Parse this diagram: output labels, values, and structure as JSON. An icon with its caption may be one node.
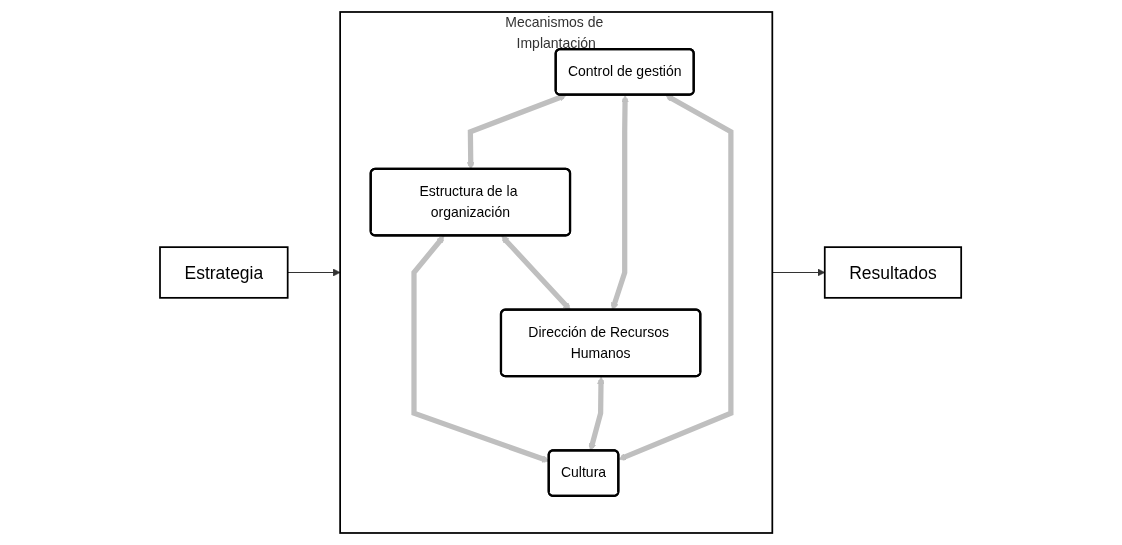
{
  "diagram": {
    "nodes": [
      {
        "text": [
          "Estrategia"
        ]
      },
      {
        "text": [
          "Mecanismos de Implantación"
        ]
      },
      {
        "text": [
          "Control de gestión"
        ],
        "in": 1
      },
      {
        "text": [
          "Estructura de la organización"
        ],
        "in": 1
      },
      {
        "text": [
          "Dirección de Recursos Humanos"
        ],
        "in": 1
      },
      {
        "text": [
          "Cultura"
        ],
        "in": 1
      },
      {
        "text": [
          "Resultados"
        ]
      }
    ],
    "edges": [
      {
        "from": 0,
        "to": 1,
        "arrow": "to",
        "color": "#333333"
      },
      {
        "from": 1,
        "to": 6,
        "arrow": "to",
        "color": "#333333"
      },
      {
        "from": 2,
        "to": 3,
        "arrow": "both"
      },
      {
        "from": 2,
        "to": 4,
        "arrow": "both"
      },
      {
        "from": 3,
        "to": 5,
        "arrow": "both"
      },
      {
        "from": 4,
        "to": 5,
        "arrow": "both"
      },
      {
        "from": 3,
        "to": 4,
        "arrow": "both"
      },
      {
        "from": 2,
        "to": 5,
        "arrow": "both"
      }
    ]
  }
}
